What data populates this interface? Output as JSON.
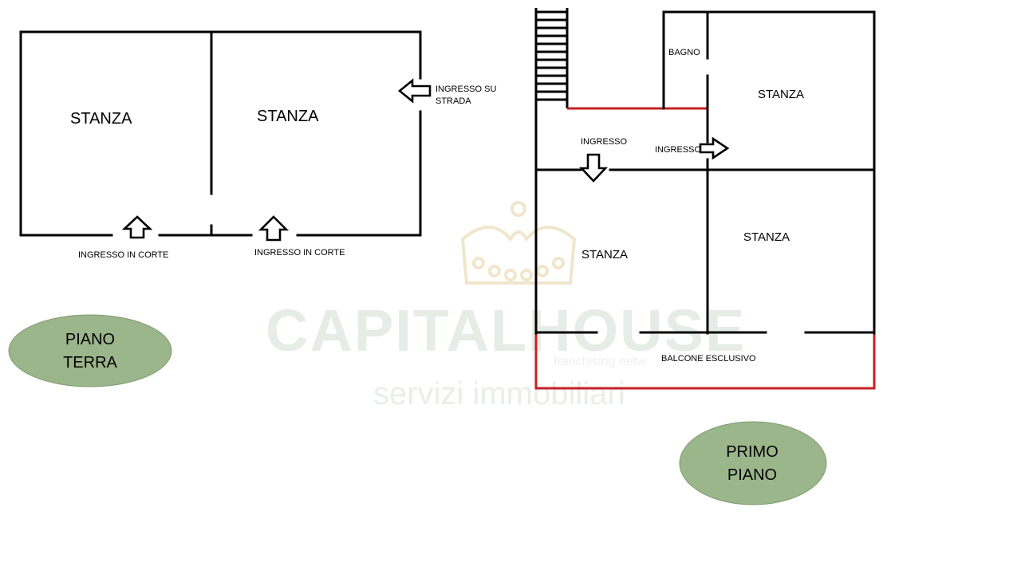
{
  "watermark": {
    "brand": "CAPITALHOUSE",
    "tagline": "servizi immobiliari",
    "network": "franchising netw"
  },
  "ground_floor": {
    "badge": [
      "PIANO",
      "TERRA"
    ],
    "room_left": "STANZA",
    "room_right": "STANZA",
    "street_entrance": [
      "INGRESSO SU",
      "STRADA"
    ],
    "court_entrance_left": "INGRESSO IN CORTE",
    "court_entrance_right": "INGRESSO IN CORTE"
  },
  "first_floor": {
    "badge": [
      "PRIMO",
      "PIANO"
    ],
    "bathroom": "BAGNO",
    "room_top_right": "STANZA",
    "entrance": "INGRESSO",
    "entrance_arrow_label": "INGRESSO",
    "room_bottom_left": "STANZA",
    "room_bottom_right": "STANZA",
    "balcony": "BALCONE ESCLUSIVO"
  },
  "colors": {
    "walls": "#000000",
    "balcony_outline": "#c42126",
    "badge_fill": "#9bb68a",
    "watermark": "#e6ece6"
  }
}
